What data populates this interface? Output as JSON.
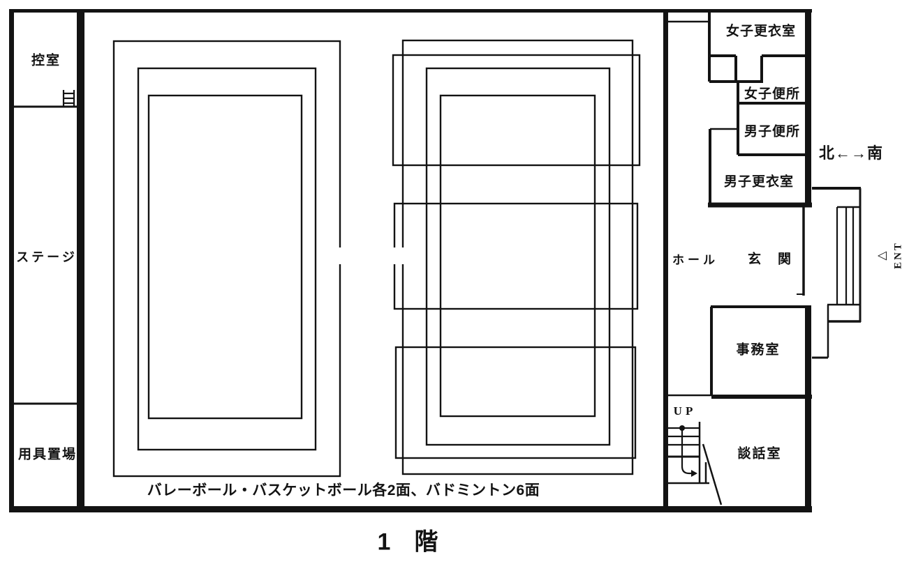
{
  "page": {
    "background": "#ffffff",
    "line_color": "#131313"
  },
  "floor_plan": {
    "floor_title": "1　階",
    "caption": "バレーボール・バスケットボール各2面、バドミントン6面",
    "compass": "北←→南",
    "entrance_marker": {
      "triangle": "△",
      "label": "ENT"
    },
    "stairs_label": "UP",
    "rooms": {
      "hikaeshitsu": "控室",
      "stage": "ステージ",
      "yogu_okiba": "用具置場",
      "joshi_koishitsu": "女子更衣室",
      "joshi_benjo": "女子便所",
      "danshi_benjo": "男子便所",
      "danshi_koishitsu": "男子更衣室",
      "hall": "ホール",
      "genkan": "玄関",
      "jimushitsu": "事務室",
      "danwashitsu": "談話室"
    }
  }
}
